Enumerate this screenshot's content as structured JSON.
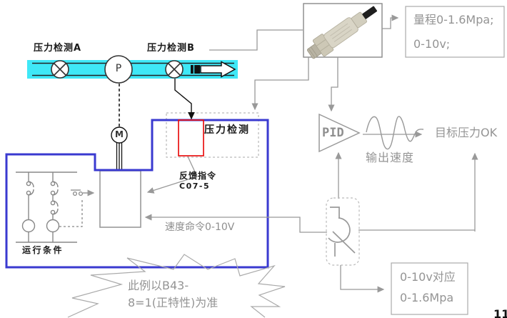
{
  "diagram": {
    "pipe": {
      "label_a": "压力检测A",
      "label_b": "压力检测B"
    },
    "pump_label": "P",
    "motor_label": "M",
    "sensor_range_note": {
      "line1": "量程0-1.6Mpa;",
      "line2": "0-10v;"
    },
    "detection_box_label": "压力检测",
    "pid_label": "PID",
    "output_speed_label": "输出速度",
    "target_label": "目标压力OK",
    "feedback_note": {
      "line1": "反馈指令",
      "line2": "C07-5"
    },
    "speed_command_label": "速度命令0-10V",
    "run_condition_label": "运行条件",
    "burst_note": {
      "line1": "此例以B43-",
      "line2": "8=1(正特性)为准"
    },
    "mapping_box": {
      "line1": "0-10v对应",
      "line2": "0-1.6Mpa"
    },
    "page_number": "11",
    "colors": {
      "pipe_cyan": "#3fe8f7",
      "outline_blue": "#3a3ad0",
      "detect_red": "#e81212",
      "line_gray": "#999999",
      "text_gray": "#949494",
      "black": "#1a1a1a"
    }
  }
}
